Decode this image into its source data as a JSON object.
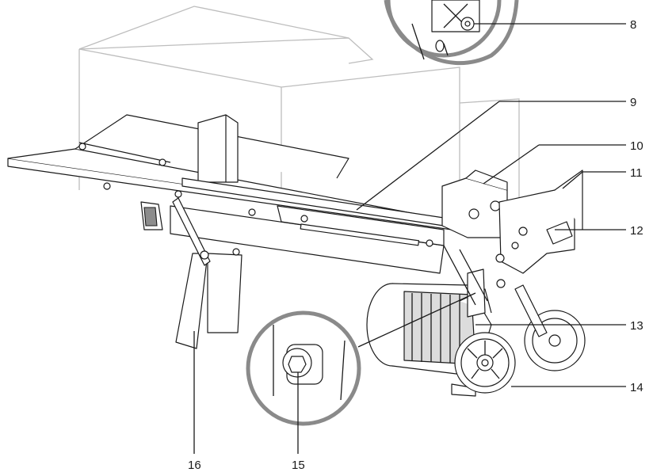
{
  "callouts": [
    {
      "id": "c8",
      "text": "8"
    },
    {
      "id": "c9",
      "text": "9"
    },
    {
      "id": "c10",
      "text": "10"
    },
    {
      "id": "c11",
      "text": "11"
    },
    {
      "id": "c12",
      "text": "12"
    },
    {
      "id": "c13",
      "text": "13"
    },
    {
      "id": "c14",
      "text": "14"
    },
    {
      "id": "c15",
      "text": "15"
    },
    {
      "id": "c16",
      "text": "16"
    }
  ],
  "colors": {
    "line": "#1a1a1a",
    "ghost": "#bdbdbd",
    "inset_ring": "#8a8a8a",
    "fill_light": "#dcdcdc"
  }
}
